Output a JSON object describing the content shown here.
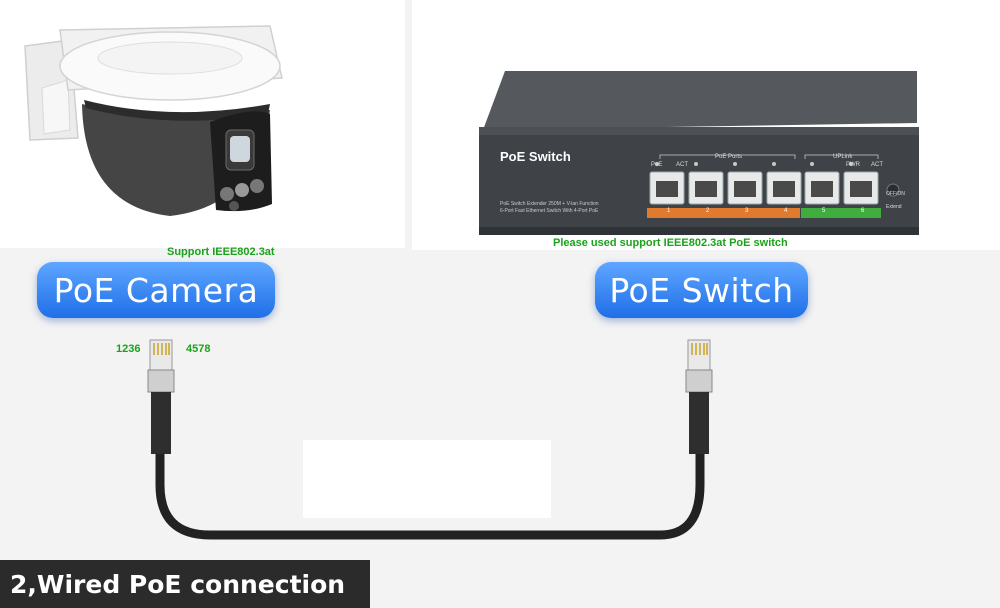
{
  "camera": {
    "title": "PoE Camera",
    "note": "Support IEEE802.3at",
    "pin_left": "1236",
    "pin_right": "4578"
  },
  "switch": {
    "title": "PoE Switch",
    "note": "Please used support IEEE802.3at PoE switch",
    "brand": "PoE Switch",
    "label_poe": "PoE",
    "label_act": "ACT",
    "label_poe_ports": "PoE Ports",
    "label_uplink": "UPLink",
    "label_pwr": "PWR",
    "label_act2": "ACT",
    "label_off_on": "OFF/ON",
    "label_extend": "Extend",
    "desc_line1": "PoE Switch Extender 250M + V-lan Function",
    "desc_line2": "6-Port Fast Ethernet Switch With 4-Port PoE",
    "port_numbers": [
      "1",
      "2",
      "3",
      "4",
      "5",
      "6"
    ]
  },
  "banner": {
    "text": "2,Wired PoE connection"
  },
  "colors": {
    "pill_blue": "#2a7cf0",
    "note_green": "#1aa31a",
    "poe_strip": "#e07a2e",
    "uplink_strip": "#3fae3f",
    "banner_bg": "#2b2b2b"
  }
}
